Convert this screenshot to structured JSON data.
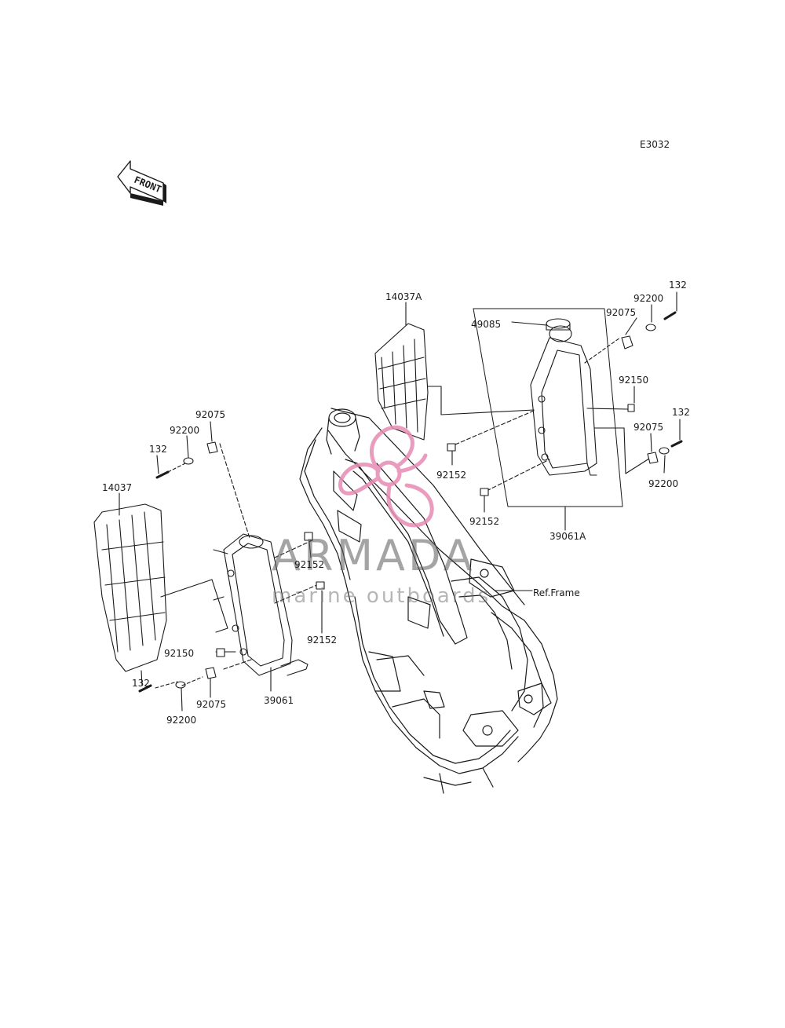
{
  "diagram_code": "E3032",
  "front_label": "FRONT",
  "watermark": {
    "brand": "ARMADA",
    "tagline": "marine outboards",
    "accent": "#e68bb3"
  },
  "colors": {
    "line": "#1a1a1a",
    "paper": "#ffffff"
  },
  "callouts": [
    {
      "id": "c-14037a",
      "text": "14037A"
    },
    {
      "id": "c-49085",
      "text": "49085"
    },
    {
      "id": "c-92075-r1",
      "text": "92075"
    },
    {
      "id": "c-92200-r1",
      "text": "92200"
    },
    {
      "id": "c-132-r1",
      "text": "132"
    },
    {
      "id": "c-92150-r",
      "text": "92150"
    },
    {
      "id": "c-132-r2",
      "text": "132"
    },
    {
      "id": "c-92075-r2",
      "text": "92075"
    },
    {
      "id": "c-92200-r2",
      "text": "92200"
    },
    {
      "id": "c-92152-a",
      "text": "92152"
    },
    {
      "id": "c-92152-b",
      "text": "92152"
    },
    {
      "id": "c-39061a",
      "text": "39061A"
    },
    {
      "id": "c-92075-l1",
      "text": "92075"
    },
    {
      "id": "c-92200-l1",
      "text": "92200"
    },
    {
      "id": "c-132-l1",
      "text": "132"
    },
    {
      "id": "c-14037",
      "text": "14037"
    },
    {
      "id": "c-92152-c",
      "text": "92152"
    },
    {
      "id": "c-92152-d",
      "text": "92152"
    },
    {
      "id": "c-ref",
      "text": "Ref.Frame"
    },
    {
      "id": "c-92150-l",
      "text": "92150"
    },
    {
      "id": "c-132-l2",
      "text": "132"
    },
    {
      "id": "c-92075-l2",
      "text": "92075"
    },
    {
      "id": "c-39061",
      "text": "39061"
    },
    {
      "id": "c-92200-l2",
      "text": "92200"
    }
  ]
}
